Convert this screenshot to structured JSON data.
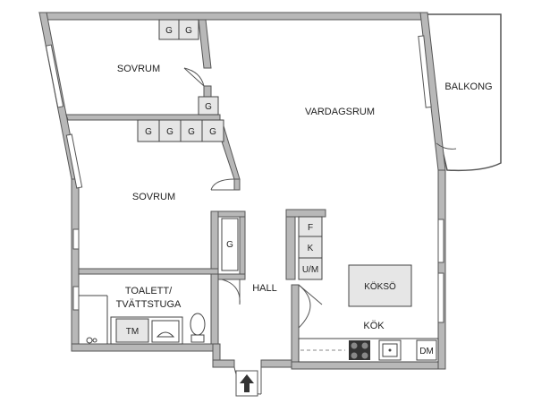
{
  "rooms": {
    "sovrum_top": "SOVRUM",
    "sovrum_mid": "SOVRUM",
    "vardagsrum": "VARDAGSRUM",
    "balkong": "BALKONG",
    "hall": "HALL",
    "toalett_line1": "TOALETT/",
    "toalett_line2": "TVÄTTSTUGA",
    "kok": "KÖK",
    "kokso": "KÖKSÖ"
  },
  "fixtures": {
    "wardrobe": "G",
    "freezer": "F",
    "fridge": "K",
    "microwave_oven": "U/M",
    "washer": "TM",
    "dishwasher": "DM"
  },
  "colors": {
    "wall": "#b8b8b8",
    "wall_edge": "#555555",
    "fixture_fill": "#e6e6e6",
    "line": "#444444",
    "background": "#ffffff"
  },
  "icons": {
    "entrance": "up-arrow-icon",
    "stove": "stove-icon",
    "sink": "sink-icon",
    "toilet": "toilet-icon",
    "washbasin": "washbasin-icon"
  }
}
